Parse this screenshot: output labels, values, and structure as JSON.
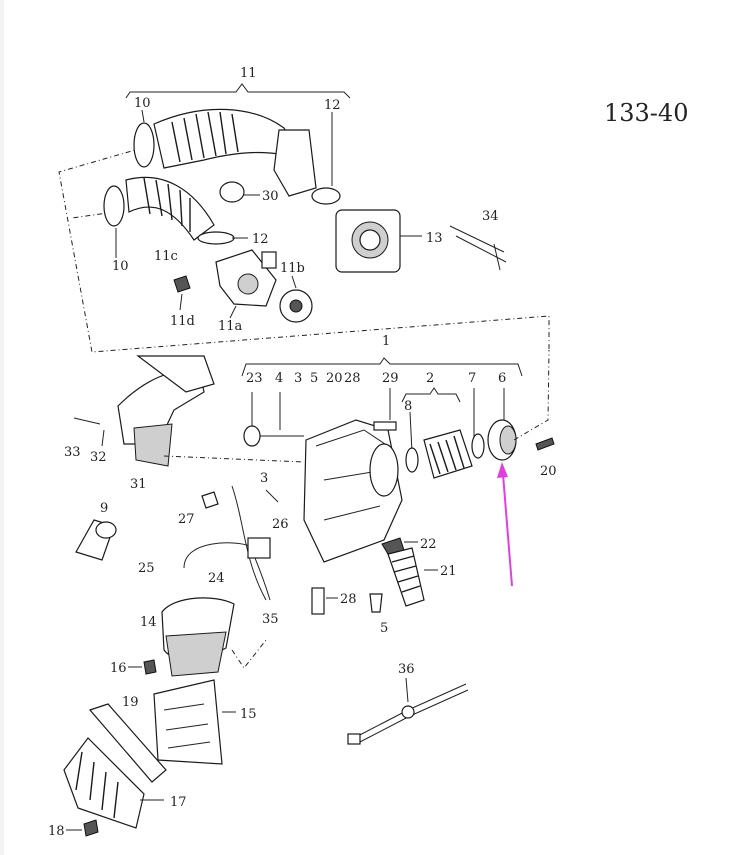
{
  "diagram": {
    "reference": "133-40",
    "callouts": {
      "c1": "1",
      "c2": "2",
      "c3": "3",
      "c4": "4",
      "c5": "5",
      "c5b": "5",
      "c6": "6",
      "c7": "7",
      "c8": "8",
      "c9": "9",
      "c10a": "10",
      "c10b": "10",
      "c11": "11",
      "c11a": "11a",
      "c11b": "11b",
      "c11c": "11c",
      "c11d": "11d",
      "c12a": "12",
      "c12b": "12",
      "c13": "13",
      "c14": "14",
      "c15": "15",
      "c16": "16",
      "c17": "17",
      "c18": "18",
      "c19": "19",
      "c20": "20",
      "c20b": "20",
      "c21": "21",
      "c22": "22",
      "c23": "23",
      "c24": "24",
      "c25": "25",
      "c26": "26",
      "c27": "27",
      "c28": "28",
      "c28b": "28",
      "c29": "29",
      "c30": "30",
      "c31": "31",
      "c32": "32",
      "c33": "33",
      "c34": "34",
      "c35": "35",
      "c36": "36",
      "c3b": "3"
    },
    "highlight_arrow_color": "#e040e0"
  }
}
